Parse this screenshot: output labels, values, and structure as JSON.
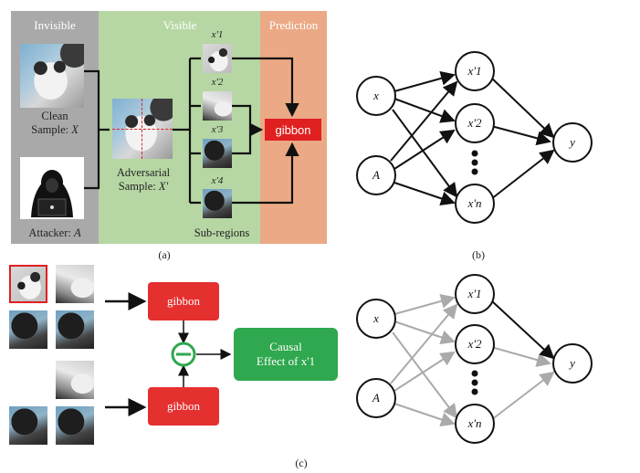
{
  "panel_a": {
    "headers": {
      "invisible": "Invisible",
      "visible": "Visible",
      "prediction": "Prediction"
    },
    "clean_label_1": "Clean",
    "clean_label_2": "Sample: ",
    "clean_var": "X",
    "attacker_label": "Attacker: ",
    "attacker_var": "A",
    "adv_label_1": "Adversarial",
    "adv_label_2": "Sample: ",
    "adv_var": "X'",
    "subregion_labels": [
      "x'1",
      "x'2",
      "x'3",
      "x'4"
    ],
    "subregions_label": "Sub-regions",
    "prediction_box": "gibbon",
    "caption": "(a)",
    "colors": {
      "invisible": "#a9a9a9",
      "visible": "#b6d7a3",
      "prediction": "#eba985",
      "red": "#e02020"
    }
  },
  "panel_b": {
    "nodes": {
      "x": "x",
      "A": "A",
      "x1": "x'1",
      "x2": "x'2",
      "xn": "x'n",
      "y": "y"
    },
    "caption": "(b)"
  },
  "panel_c": {
    "top_box": "gibbon",
    "bottom_box": "gibbon",
    "effect_line_1": "Causal",
    "effect_line_2": "Effect of x'1",
    "nodes": {
      "x": "x",
      "A": "A",
      "x1": "x'1",
      "x2": "x'2",
      "xn": "x'n",
      "y": "y"
    },
    "caption": "(c)",
    "colors": {
      "red": "#e53030",
      "green": "#2fa84f",
      "gray_edge": "#aaaaaa"
    }
  }
}
